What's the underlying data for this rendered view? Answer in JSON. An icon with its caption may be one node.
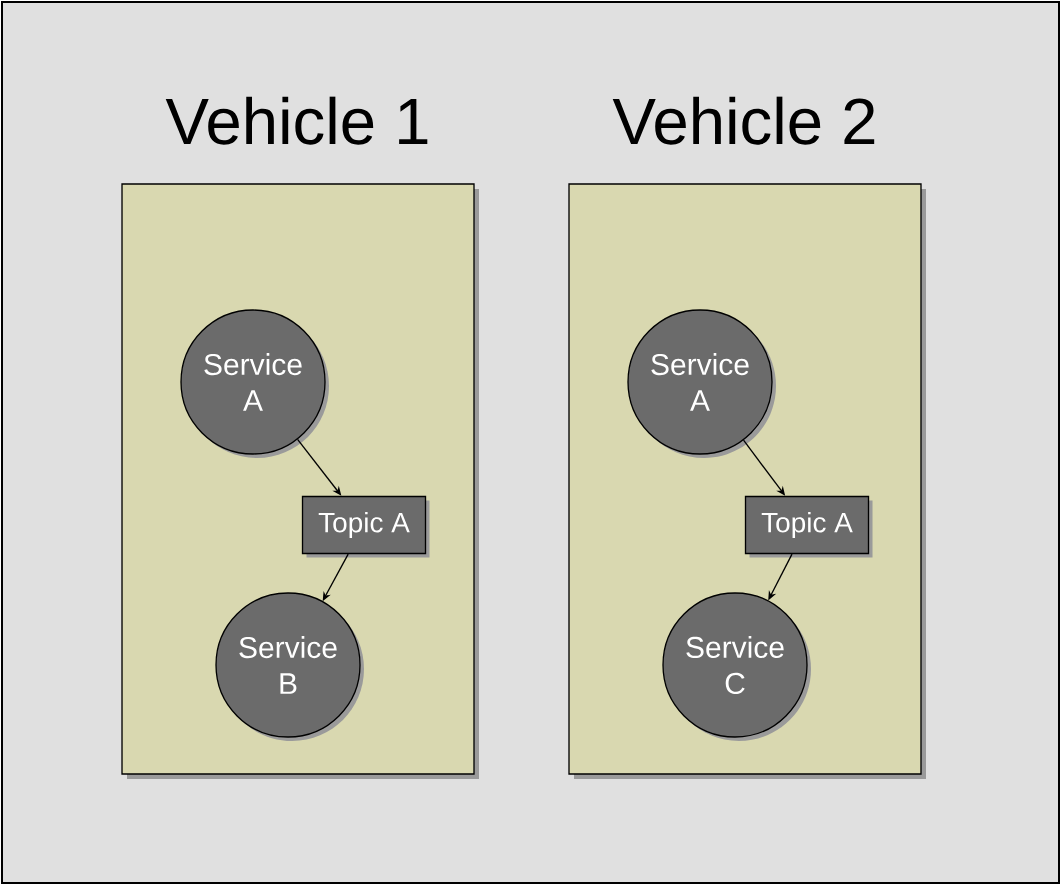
{
  "diagram": {
    "nodes": [
      {
        "text": [
          "Vehicle 1"
        ]
      },
      {
        "text": [
          "Service A"
        ],
        "in": 0
      },
      {
        "text": [
          "Topic A"
        ],
        "in": 0
      },
      {
        "text": [
          "Service B"
        ],
        "in": 0
      },
      {
        "text": [
          "Vehicle 2"
        ]
      },
      {
        "text": [
          "Service A"
        ],
        "in": 4
      },
      {
        "text": [
          "Topic A"
        ],
        "in": 4
      },
      {
        "text": [
          "Service C"
        ],
        "in": 4
      }
    ],
    "edges": [
      {
        "from": 1,
        "to": 2,
        "arrow": "to"
      },
      {
        "from": 2,
        "to": 3,
        "arrow": "to"
      },
      {
        "from": 5,
        "to": 6,
        "arrow": "to"
      },
      {
        "from": 6,
        "to": 7,
        "arrow": "to"
      }
    ]
  }
}
